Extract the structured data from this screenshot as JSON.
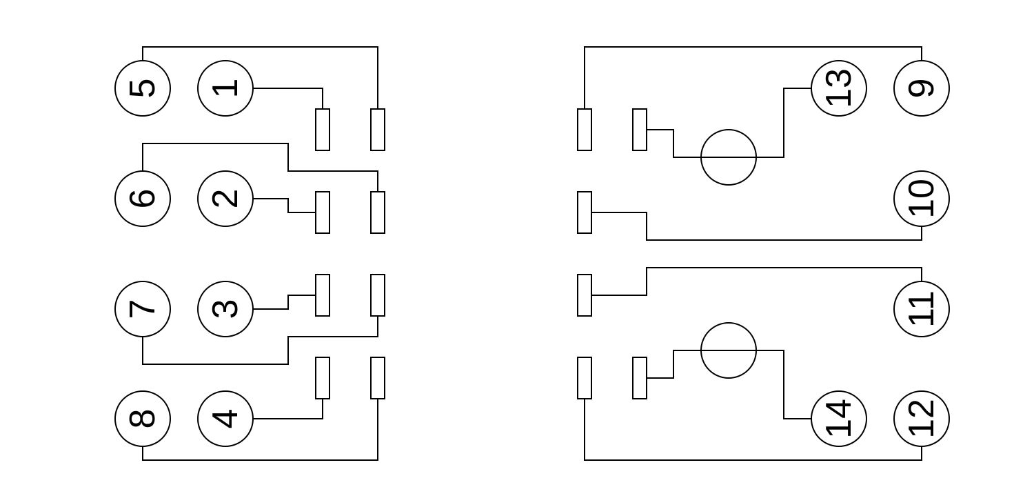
{
  "terminals": {
    "t1": "1",
    "t2": "2",
    "t3": "3",
    "t4": "4",
    "t5": "5",
    "t6": "6",
    "t7": "7",
    "t8": "8",
    "t9": "9",
    "t10": "10",
    "t11": "11",
    "t12": "12",
    "t13": "13",
    "t14": "14"
  },
  "colors": {
    "line": "#000000",
    "background": "#ffffff"
  }
}
